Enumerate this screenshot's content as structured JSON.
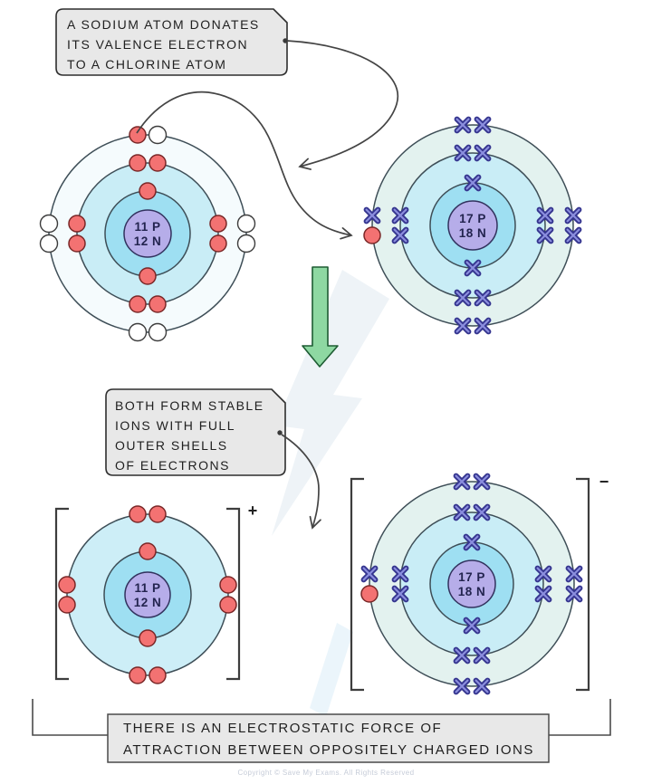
{
  "callouts": {
    "donate": {
      "lines": [
        "A SODIUM ATOM DONATES",
        "ITS VALENCE ELECTRON",
        "TO A CHLORINE ATOM"
      ]
    },
    "stable": {
      "lines": [
        "BOTH FORM STABLE",
        "IONS WITH FULL",
        "OUTER SHELLS",
        "OF ELECTRONS"
      ]
    },
    "electrostatic": {
      "lines": [
        "THERE IS AN ELECTROSTATIC FORCE OF",
        "ATTRACTION BETWEEN OPPOSITELY CHARGED IONS"
      ]
    }
  },
  "atoms": [
    {
      "id": "sodium-atom",
      "nucleus": {
        "protons": "11 P",
        "neutrons": "12 N"
      },
      "charge": "",
      "shells": [
        {
          "groups": {
            "top": [
              "red"
            ],
            "bottom": [
              "red"
            ]
          }
        },
        {
          "groups": {
            "top": [
              "red",
              "red"
            ],
            "bottom": [
              "red",
              "red"
            ],
            "left": [
              "red",
              "red"
            ],
            "right": [
              "red",
              "red"
            ]
          }
        },
        {
          "groups": {
            "top": [
              "red",
              "white"
            ],
            "bottom": [
              "white",
              "white"
            ],
            "left": [
              "white",
              "white"
            ],
            "right": [
              "white",
              "white"
            ]
          }
        }
      ]
    },
    {
      "id": "chlorine-atom",
      "nucleus": {
        "protons": "17 P",
        "neutrons": "18 N"
      },
      "charge": "",
      "shells": [
        {
          "groups": {
            "top": [
              "x"
            ],
            "bottom": [
              "x"
            ]
          }
        },
        {
          "groups": {
            "top": [
              "x",
              "x"
            ],
            "bottom": [
              "x",
              "x"
            ],
            "left": [
              "x",
              "x"
            ],
            "right": [
              "x",
              "x"
            ]
          }
        },
        {
          "groups": {
            "top": [
              "x",
              "x"
            ],
            "bottom": [
              "x",
              "x"
            ],
            "left": [
              "x",
              "red"
            ],
            "right": [
              "x",
              "x"
            ]
          }
        }
      ]
    },
    {
      "id": "sodium-ion",
      "nucleus": {
        "protons": "11 P",
        "neutrons": "12 N"
      },
      "charge": "+",
      "shells": [
        {
          "groups": {
            "top": [
              "red"
            ],
            "bottom": [
              "red"
            ]
          }
        },
        {
          "groups": {
            "top": [
              "red",
              "red"
            ],
            "bottom": [
              "red",
              "red"
            ],
            "left": [
              "red",
              "red"
            ],
            "right": [
              "red",
              "red"
            ]
          }
        }
      ]
    },
    {
      "id": "chloride-ion",
      "nucleus": {
        "protons": "17 P",
        "neutrons": "18 N"
      },
      "charge": "−",
      "shells": [
        {
          "groups": {
            "top": [
              "x"
            ],
            "bottom": [
              "x"
            ]
          }
        },
        {
          "groups": {
            "top": [
              "x",
              "x"
            ],
            "bottom": [
              "x",
              "x"
            ],
            "left": [
              "x",
              "x"
            ],
            "right": [
              "x",
              "x"
            ]
          }
        },
        {
          "groups": {
            "top": [
              "x",
              "x"
            ],
            "bottom": [
              "x",
              "x"
            ],
            "left": [
              "x",
              "red"
            ],
            "right": [
              "x",
              "x"
            ]
          }
        }
      ]
    }
  ],
  "footer": {
    "text": "Copyright © Save My Exams. All Rights Reserved"
  },
  "colors": {
    "inner_shell_fill": "#9edff2",
    "mid_shell_fill": "#c9edf6",
    "outer_shell_fill_sodium": "#f5fbfd",
    "outer_shell_fill_chlorine": "#e3f2ef",
    "ion_ring_fill": "#cdeef7",
    "nucleus_fill": "#b6ade9",
    "nucleus_stroke": "#32325e",
    "nucleus_text": "#23244f",
    "shell_stroke": "#3e4e57",
    "electron_red": "#f37272",
    "electron_red_stroke": "#7a2727",
    "electron_empty_fill": "#ffffff",
    "electron_empty_stroke": "#3c3c3c",
    "electron_x": "#35358f",
    "electron_x_light": "#8b8ede",
    "green_arrow_fill": "#8ed8a2",
    "green_arrow_stroke": "#1e5c33",
    "callout_fill": "#e8e8e8",
    "callout_stroke": "#2e2e2e",
    "line_color": "#444444",
    "bracket_color": "#3d3d3d",
    "footer_color": "#c6ccd8"
  }
}
